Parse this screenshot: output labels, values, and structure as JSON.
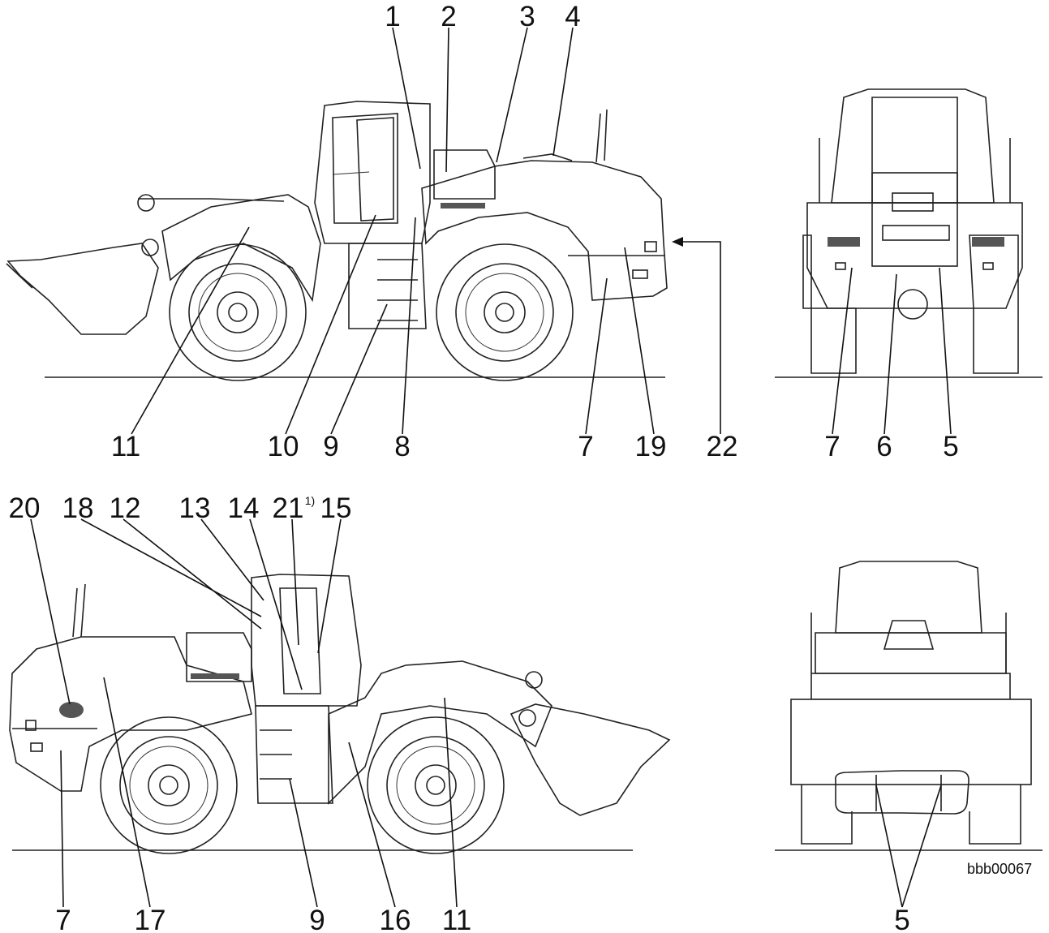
{
  "diagram": {
    "reference_code": "bbb00067",
    "views": [
      {
        "name": "left-side-view",
        "callouts": [
          "1",
          "2",
          "3",
          "4",
          "11",
          "10",
          "9",
          "8",
          "7",
          "19",
          "22"
        ]
      },
      {
        "name": "rear-view",
        "callouts": [
          "7",
          "6",
          "5"
        ]
      },
      {
        "name": "right-side-view",
        "callouts": [
          "20",
          "18",
          "12",
          "13",
          "14",
          "21",
          "15",
          "7",
          "17",
          "9",
          "16",
          "11"
        ]
      },
      {
        "name": "front-view",
        "callouts": [
          "5"
        ]
      }
    ],
    "labels": {
      "top": {
        "l1": "1",
        "l2": "2",
        "l3": "3",
        "l4": "4",
        "l11": "11",
        "l10": "10",
        "l9": "9",
        "l8": "8",
        "l7": "7",
        "l19": "19",
        "l22": "22"
      },
      "rear": {
        "l7": "7",
        "l6": "6",
        "l5": "5"
      },
      "bottom": {
        "l20": "20",
        "l18": "18",
        "l12": "12",
        "l13": "13",
        "l14": "14",
        "l21": "21",
        "l21_sup": "1)",
        "l15": "15",
        "l7": "7",
        "l17": "17",
        "l9": "9",
        "l16": "16",
        "l11": "11"
      },
      "front": {
        "l5": "5"
      }
    }
  }
}
